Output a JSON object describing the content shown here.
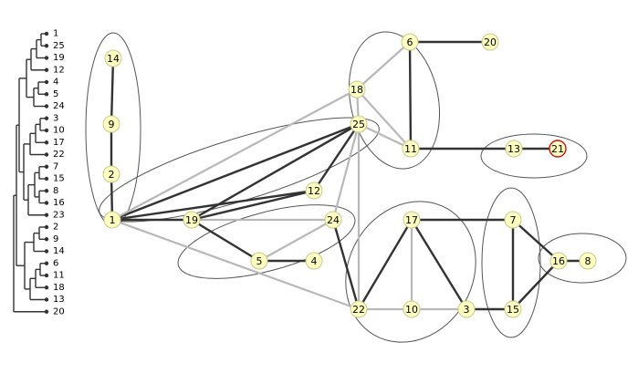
{
  "colors": {
    "node_fill": "#ffffc0",
    "node_stroke": "#c8c890",
    "highlight_stroke": "#d01010",
    "edge_dark": "#333333",
    "edge_light": "#b8b8b8",
    "cluster_stroke": "#555555",
    "dendrogram": "#333333"
  },
  "dendrogram": {
    "leaves": [
      "1",
      "25",
      "19",
      "12",
      "4",
      "5",
      "24",
      "3",
      "10",
      "17",
      "22",
      "7",
      "15",
      "8",
      "16",
      "23",
      "2",
      "9",
      "14",
      "6",
      "11",
      "18",
      "13",
      "20"
    ]
  },
  "graph": {
    "highlighted_node": "21",
    "nodes": [
      "1",
      "2",
      "3",
      "4",
      "5",
      "6",
      "7",
      "8",
      "9",
      "10",
      "11",
      "12",
      "13",
      "14",
      "15",
      "16",
      "17",
      "18",
      "19",
      "20",
      "21",
      "22",
      "24",
      "25"
    ],
    "edges": [
      {
        "source": "14",
        "target": "9",
        "weight": "dark"
      },
      {
        "source": "9",
        "target": "2",
        "weight": "dark"
      },
      {
        "source": "2",
        "target": "1",
        "weight": "dark"
      },
      {
        "source": "1",
        "target": "25",
        "weight": "dark"
      },
      {
        "source": "1",
        "target": "19",
        "weight": "dark"
      },
      {
        "source": "1",
        "target": "12",
        "weight": "dark"
      },
      {
        "source": "1",
        "target": "18",
        "weight": "light"
      },
      {
        "source": "1",
        "target": "22",
        "weight": "light"
      },
      {
        "source": "19",
        "target": "25",
        "weight": "dark"
      },
      {
        "source": "19",
        "target": "12",
        "weight": "dark"
      },
      {
        "source": "19",
        "target": "5",
        "weight": "dark"
      },
      {
        "source": "19",
        "target": "24",
        "weight": "light"
      },
      {
        "source": "12",
        "target": "25",
        "weight": "dark"
      },
      {
        "source": "24",
        "target": "25",
        "weight": "light"
      },
      {
        "source": "24",
        "target": "5",
        "weight": "light"
      },
      {
        "source": "24",
        "target": "22",
        "weight": "dark"
      },
      {
        "source": "5",
        "target": "4",
        "weight": "dark"
      },
      {
        "source": "25",
        "target": "22",
        "weight": "light"
      },
      {
        "source": "25",
        "target": "18",
        "weight": "light"
      },
      {
        "source": "25",
        "target": "11",
        "weight": "light"
      },
      {
        "source": "18",
        "target": "6",
        "weight": "light"
      },
      {
        "source": "18",
        "target": "11",
        "weight": "light"
      },
      {
        "source": "6",
        "target": "11",
        "weight": "dark"
      },
      {
        "source": "6",
        "target": "20",
        "weight": "dark"
      },
      {
        "source": "11",
        "target": "13",
        "weight": "dark"
      },
      {
        "source": "13",
        "target": "21",
        "weight": "dark"
      },
      {
        "source": "17",
        "target": "22",
        "weight": "dark"
      },
      {
        "source": "17",
        "target": "10",
        "weight": "light"
      },
      {
        "source": "17",
        "target": "3",
        "weight": "dark"
      },
      {
        "source": "17",
        "target": "7",
        "weight": "dark"
      },
      {
        "source": "22",
        "target": "10",
        "weight": "light"
      },
      {
        "source": "10",
        "target": "3",
        "weight": "light"
      },
      {
        "source": "3",
        "target": "15",
        "weight": "dark"
      },
      {
        "source": "7",
        "target": "15",
        "weight": "dark"
      },
      {
        "source": "7",
        "target": "16",
        "weight": "dark"
      },
      {
        "source": "15",
        "target": "16",
        "weight": "dark"
      },
      {
        "source": "16",
        "target": "8",
        "weight": "dark"
      }
    ],
    "clusters": [
      {
        "name": "cluster-14-9-2",
        "members": [
          "14",
          "9",
          "2"
        ]
      },
      {
        "name": "cluster-1-25-19-12",
        "members": [
          "1",
          "25",
          "19",
          "12"
        ]
      },
      {
        "name": "cluster-19-24-5-4",
        "members": [
          "19",
          "24",
          "5",
          "4"
        ]
      },
      {
        "name": "cluster-6-18-11",
        "members": [
          "6",
          "18",
          "11"
        ]
      },
      {
        "name": "cluster-13-21",
        "members": [
          "13",
          "21"
        ]
      },
      {
        "name": "cluster-17-22-10-3",
        "members": [
          "17",
          "22",
          "10",
          "3"
        ]
      },
      {
        "name": "cluster-7-15",
        "members": [
          "7",
          "15"
        ]
      },
      {
        "name": "cluster-16-8",
        "members": [
          "16",
          "8"
        ]
      }
    ]
  }
}
